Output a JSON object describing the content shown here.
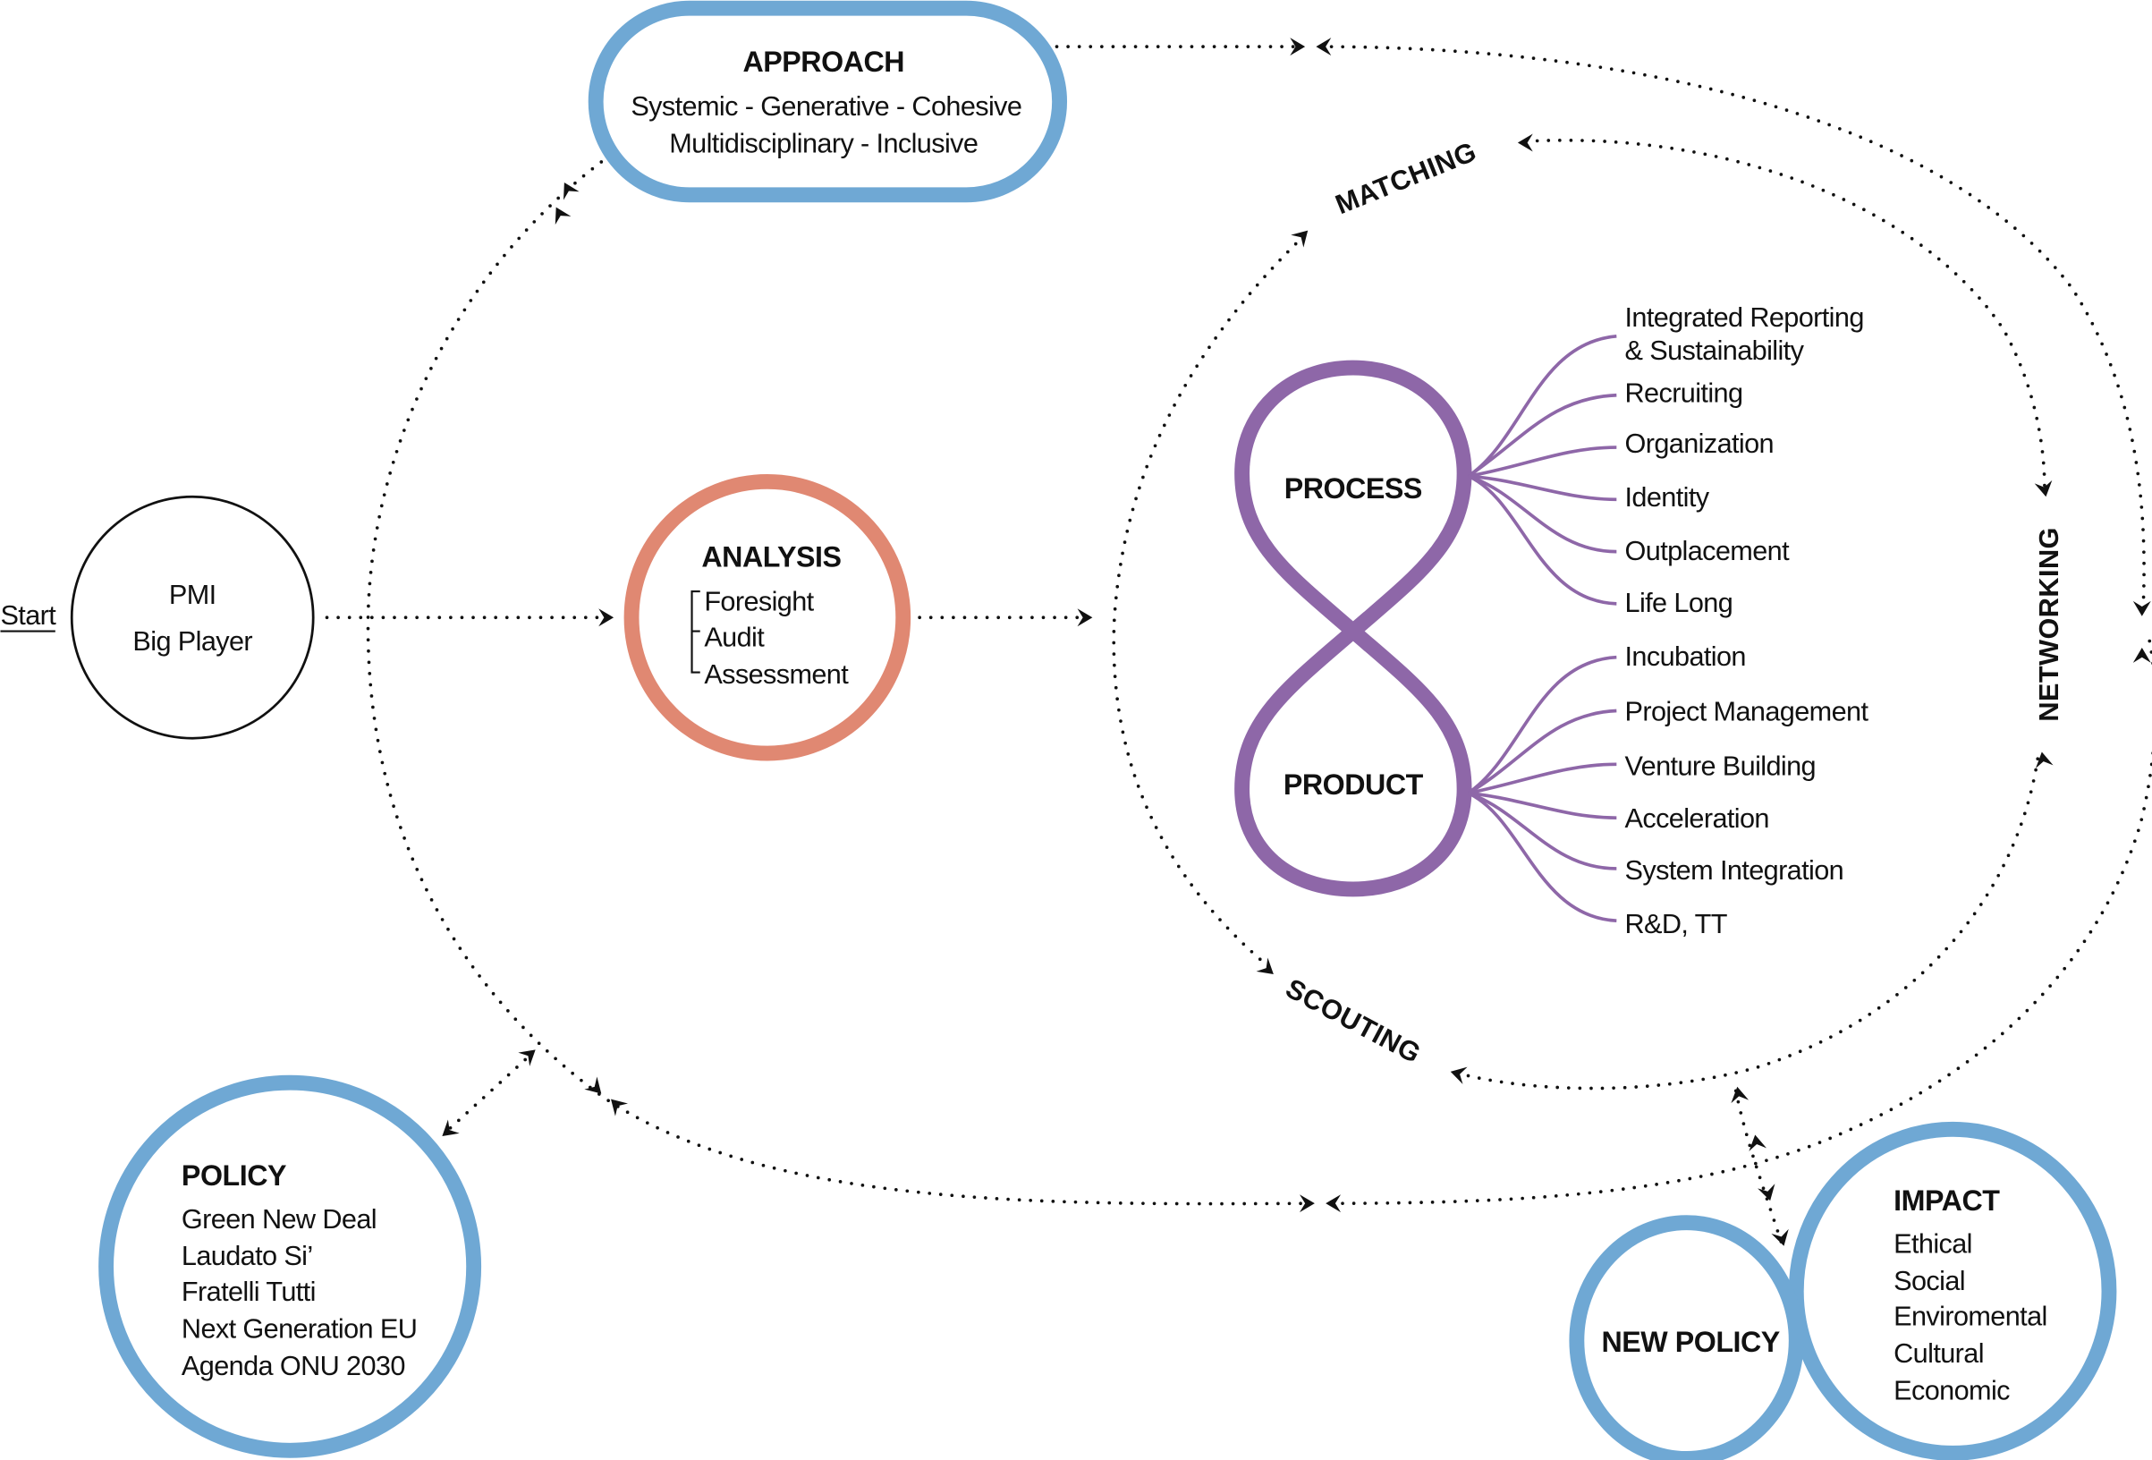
{
  "colors": {
    "policy_blue": "#6fa8d4",
    "analysis_coral": "#e08872",
    "loop_purple": "#8e67a8",
    "text": "#111111"
  },
  "start": {
    "label": "Start"
  },
  "origin": {
    "lines": [
      "PMI",
      "Big Player"
    ]
  },
  "approach": {
    "title": "APPROACH",
    "lines": [
      "Systemic - Generative - Cohesive",
      "Multidisciplinary - Inclusive"
    ]
  },
  "analysis": {
    "title": "ANALYSIS",
    "items": [
      "Foresight",
      "Audit",
      "Assessment"
    ]
  },
  "loop": {
    "process": {
      "title": "PROCESS",
      "items": [
        "Integrated Reporting",
        "& Sustainability",
        "Recruiting",
        "Organization",
        "Identity",
        "Outplacement",
        "Life Long"
      ]
    },
    "product": {
      "title": "PRODUCT",
      "items": [
        "Incubation",
        "Project Management",
        "Venture Building",
        "Acceleration",
        "System Integration",
        "R&D, TT"
      ]
    }
  },
  "flow_labels": {
    "matching": "MATCHING",
    "networking": "NETWORKING",
    "scouting": "SCOUTING"
  },
  "policy": {
    "title": "POLICY",
    "items": [
      "Green New Deal",
      "Laudato Si’",
      "Fratelli Tutti",
      "Next Generation EU",
      "Agenda ONU 2030"
    ]
  },
  "new_policy": {
    "title": "NEW POLICY"
  },
  "impact": {
    "title": "IMPACT",
    "items": [
      "Ethical",
      "Social",
      "Enviromental",
      "Cultural",
      "Economic"
    ]
  }
}
